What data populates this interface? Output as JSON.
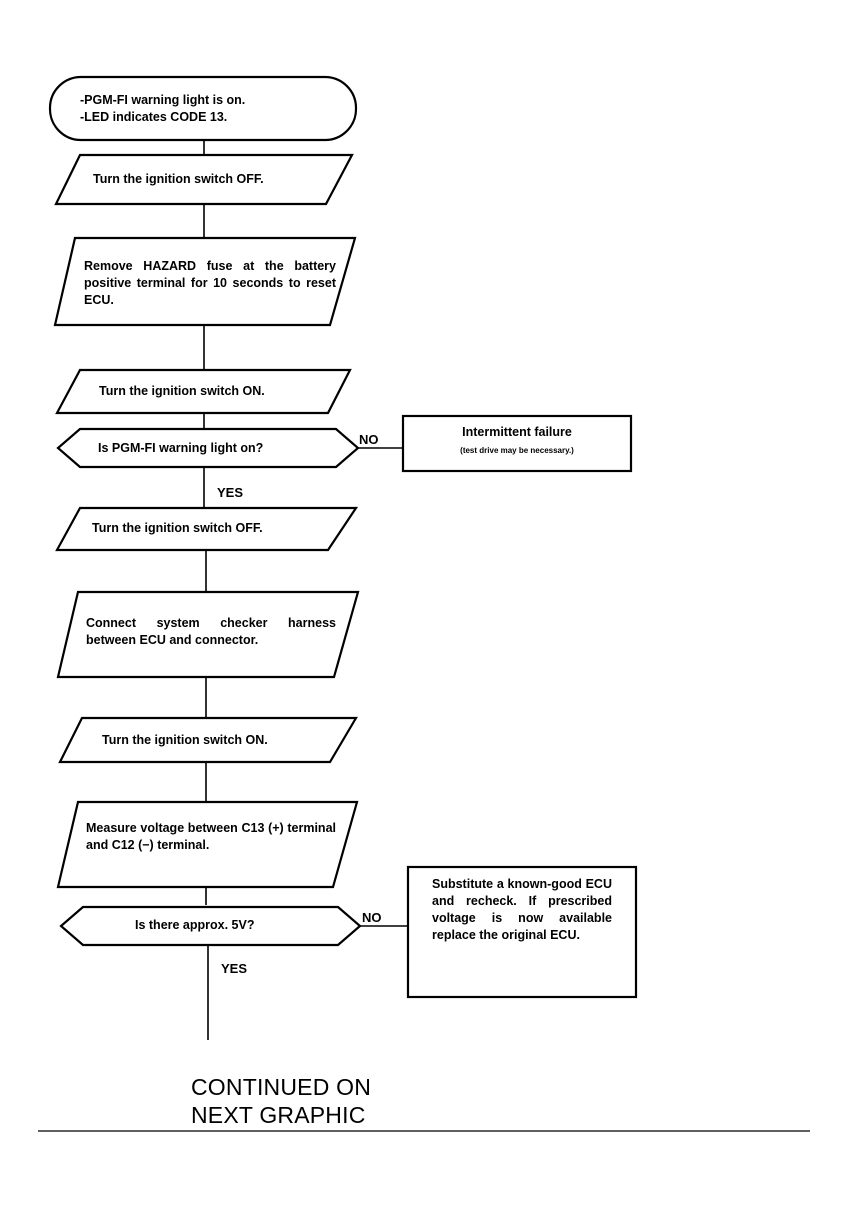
{
  "start": {
    "line1": "-PGM-FI warning light is on.",
    "line2": "-LED indicates CODE 13."
  },
  "steps": [
    {
      "text": "Turn the ignition switch OFF."
    },
    {
      "text": "Remove HAZARD fuse at the battery positive terminal for 10 seconds to reset ECU."
    },
    {
      "text": "Turn the ignition switch ON."
    },
    {
      "text": "Turn the ignition switch OFF."
    },
    {
      "text": "Connect system checker harness between ECU and connector."
    },
    {
      "text": "Turn the ignition switch ON."
    },
    {
      "text": "Measure voltage between C13 (+) terminal and C12 (−) terminal."
    }
  ],
  "decisions": [
    {
      "question": "Is PGM-FI warning light on?",
      "no_label": "NO",
      "yes_label": "YES"
    },
    {
      "question": "Is there approx. 5V?",
      "no_label": "NO",
      "yes_label": "YES"
    }
  ],
  "results": [
    {
      "title": "Intermittent failure",
      "note": "(test drive may be necessary.)"
    },
    {
      "text": "Substitute a known-good ECU and recheck. If prescribed voltage is now available replace the original ECU."
    }
  ],
  "continued": {
    "line1": "CONTINUED ON",
    "line2": "NEXT GRAPHIC"
  }
}
